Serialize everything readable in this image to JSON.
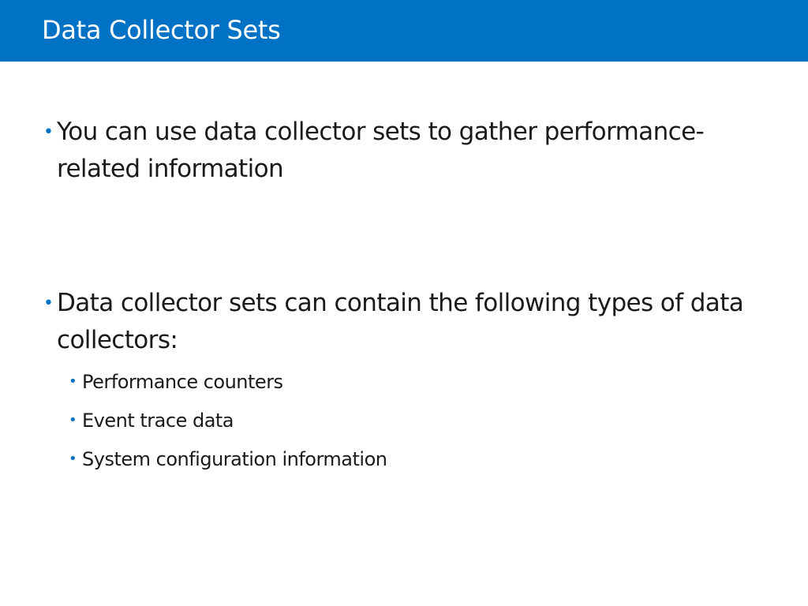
{
  "slide": {
    "title": "Data Collector Sets",
    "bullet_marker": "•",
    "bullets": [
      {
        "text": "You can use data collector sets to gather performance-related information"
      },
      {
        "text": "Data collector sets can contain the following types of data collectors:",
        "sub_bullets": [
          {
            "text": "Performance counters"
          },
          {
            "text": "Event trace data"
          },
          {
            "text": "System configuration information"
          }
        ]
      }
    ]
  },
  "colors": {
    "title_bar": "#0072c6",
    "title_text": "#ffffff",
    "bullet_marker": "#0072c6",
    "body_text": "#1a1a1a",
    "background": "#ffffff"
  }
}
